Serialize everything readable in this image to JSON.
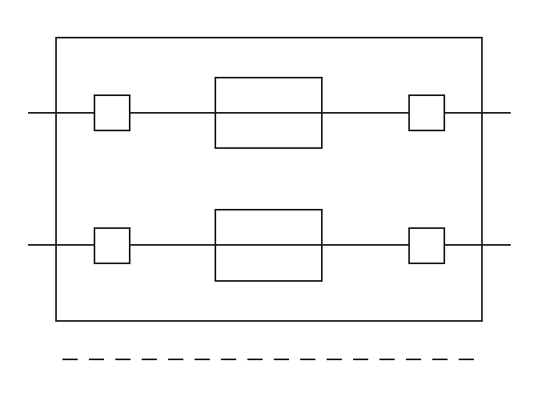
{
  "diagram": {
    "stroke_color": "#1a1a1a",
    "background_color": "#ffffff",
    "line_style": "solid",
    "footer_line_style": "dashed",
    "channels": [
      {
        "components": [
          "small-box",
          "large-box",
          "small-box"
        ]
      },
      {
        "components": [
          "small-box",
          "large-box",
          "small-box"
        ]
      }
    ]
  }
}
